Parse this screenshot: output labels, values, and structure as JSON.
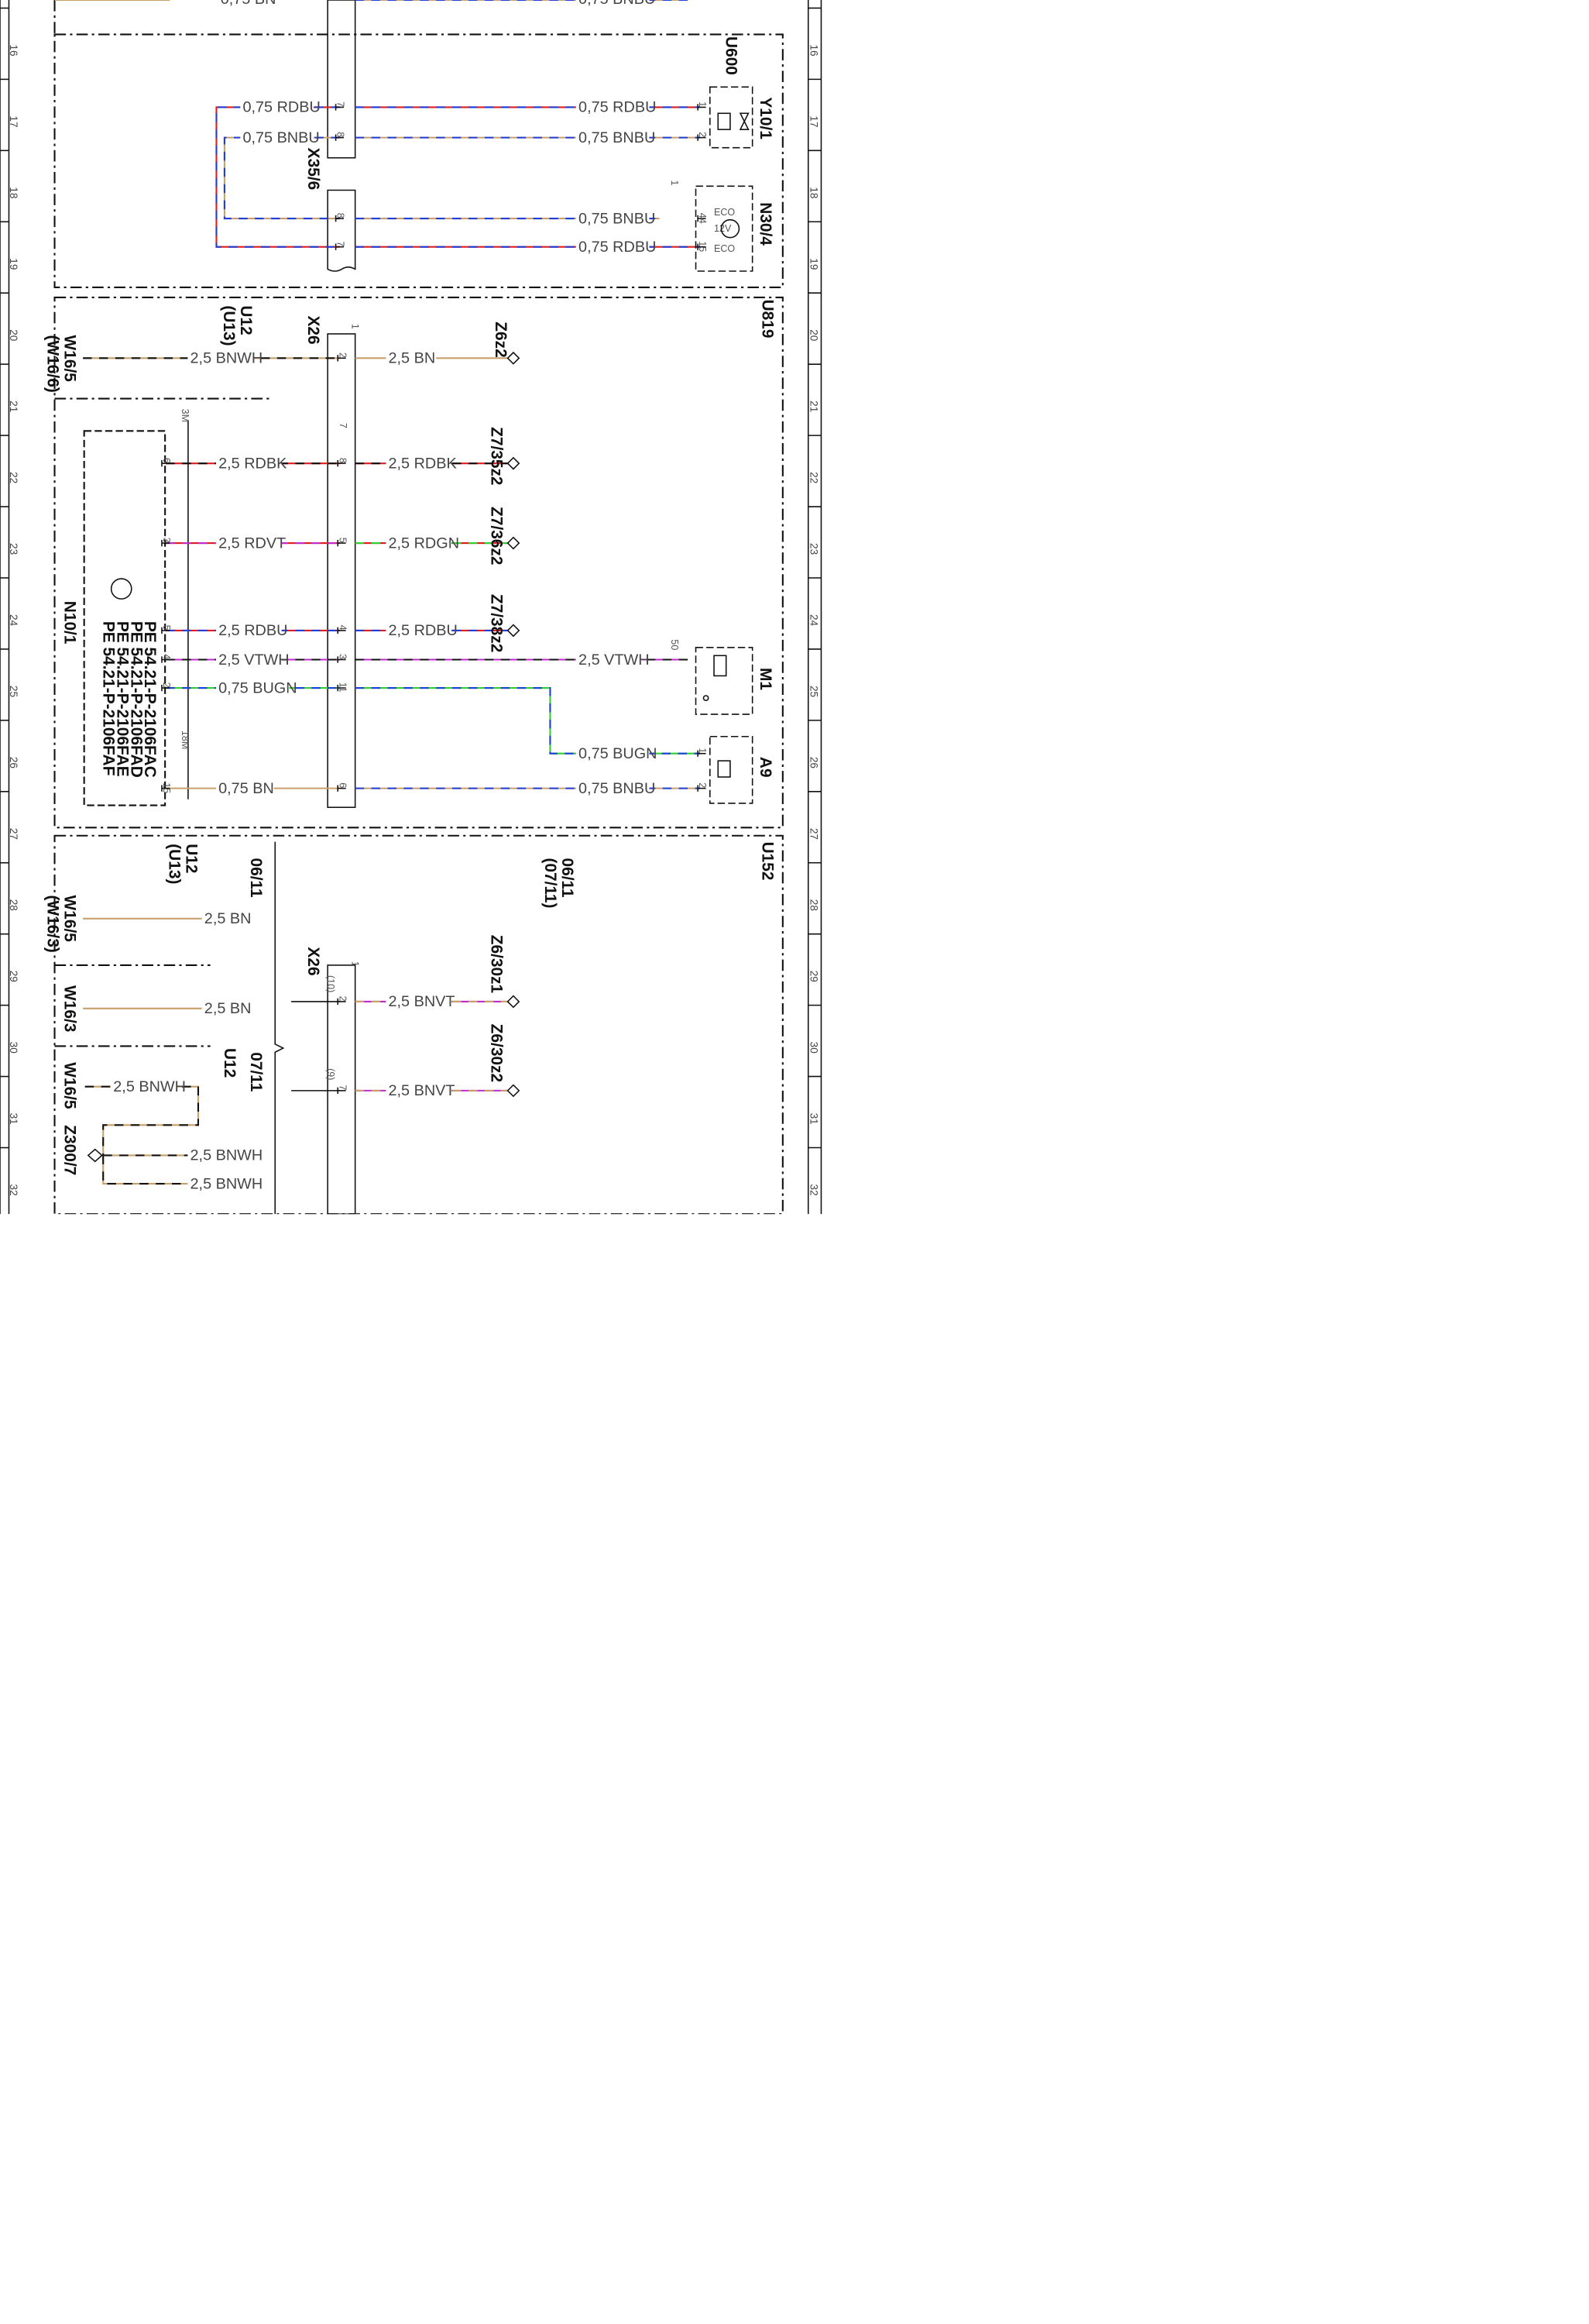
{
  "ruler_numbers": [
    "16",
    "17",
    "18",
    "19",
    "20",
    "21",
    "22",
    "23",
    "24",
    "25",
    "26",
    "27",
    "28",
    "29",
    "30",
    "31",
    "32"
  ],
  "sections": {
    "u600": "U600",
    "u819": "U819",
    "u152": "U152"
  },
  "connectors": {
    "x35_6": "X35/6",
    "x26_a": "X26",
    "x26_b": "X26",
    "u12_u13_a": "U12\n(U13)",
    "u12_u13_b": "U12\n(U13)",
    "u12": "U12"
  },
  "components": {
    "y10_1": "Y10/1",
    "n30_4": "N30/4",
    "m1": "M1",
    "a9": "A9",
    "n10_1": "N10/1",
    "w16_5_6": "W16/5\n(W16/6)",
    "w16_5_3": "W16/5\n(W16/3)",
    "w16_3": "W16/3",
    "w16_5": "W16/5",
    "z300_7": "Z300/7",
    "z6z2": "Z6z2",
    "z7_35z2": "Z7/35z2",
    "z7_36z2": "Z7/36z2",
    "z7_38z2": "Z7/38z2",
    "z6_30z1": "Z6/30z1",
    "z6_30z2": "Z6/30z2"
  },
  "n10_notes": [
    "PE 54.21-P-2106FAC",
    "PE 54.21-P-2106FAD",
    "PE 54.21-P-2106FAE",
    "PE 54.21-P-2106FAF"
  ],
  "n10_tags": {
    "top": "3M",
    "bottom": "18M"
  },
  "ecu_labels": [
    "ECO",
    "12V",
    "ECO"
  ],
  "refs": {
    "r1": "06/11",
    "r2": "06/11\n(07/11)",
    "r3": "07/11"
  },
  "wires": {
    "bn075": "0,75 BN",
    "bnbu075": "0,75 BNBU",
    "rdbu075": "0,75 RDBU",
    "bugn075": "0,75 BUGN",
    "bnwh25": "2,5 BNWH",
    "bn25": "2,5 BN",
    "rdbk25": "2,5 RDBK",
    "rdvt25": "2,5 RDVT",
    "rdgn25": "2,5 RDGN",
    "rdbu25": "2,5 RDBU",
    "vtwh25": "2,5 VTWH",
    "bnvt25": "2,5 BNVT"
  },
  "pins": {
    "x35_7": "7",
    "x35_8": "8",
    "x35_8b": "8",
    "x35_7b": "7",
    "y10_1": "1",
    "y10_2": "2",
    "n30_1": "1",
    "n30_44": "44",
    "n30_15": "15",
    "x26_1": "1",
    "x26_2": "2",
    "x26_7": "7",
    "x26_8": "8",
    "x26_5": "5",
    "x26_4": "4",
    "x26_3": "3",
    "x26_11": "11",
    "x26_6": "6",
    "n10_6": "6",
    "n10_3": "3",
    "n10_5": "5",
    "n10_4": "4",
    "n10_2": "2",
    "n10_15": "15",
    "m1_50": "50",
    "a9_1": "1",
    "a9_2": "2",
    "x26b_1": "1",
    "x26b_2": "2",
    "x26b_7": "7",
    "x26b_10": "(10)",
    "x26b_9": "(9)"
  },
  "colors": {
    "brown": "#c9a06a",
    "blue": "#1f3fd8",
    "red": "#e01c1c",
    "green": "#2fcf2f",
    "violet": "#c02bd0",
    "white": "#ffffff",
    "black": "#111111"
  }
}
